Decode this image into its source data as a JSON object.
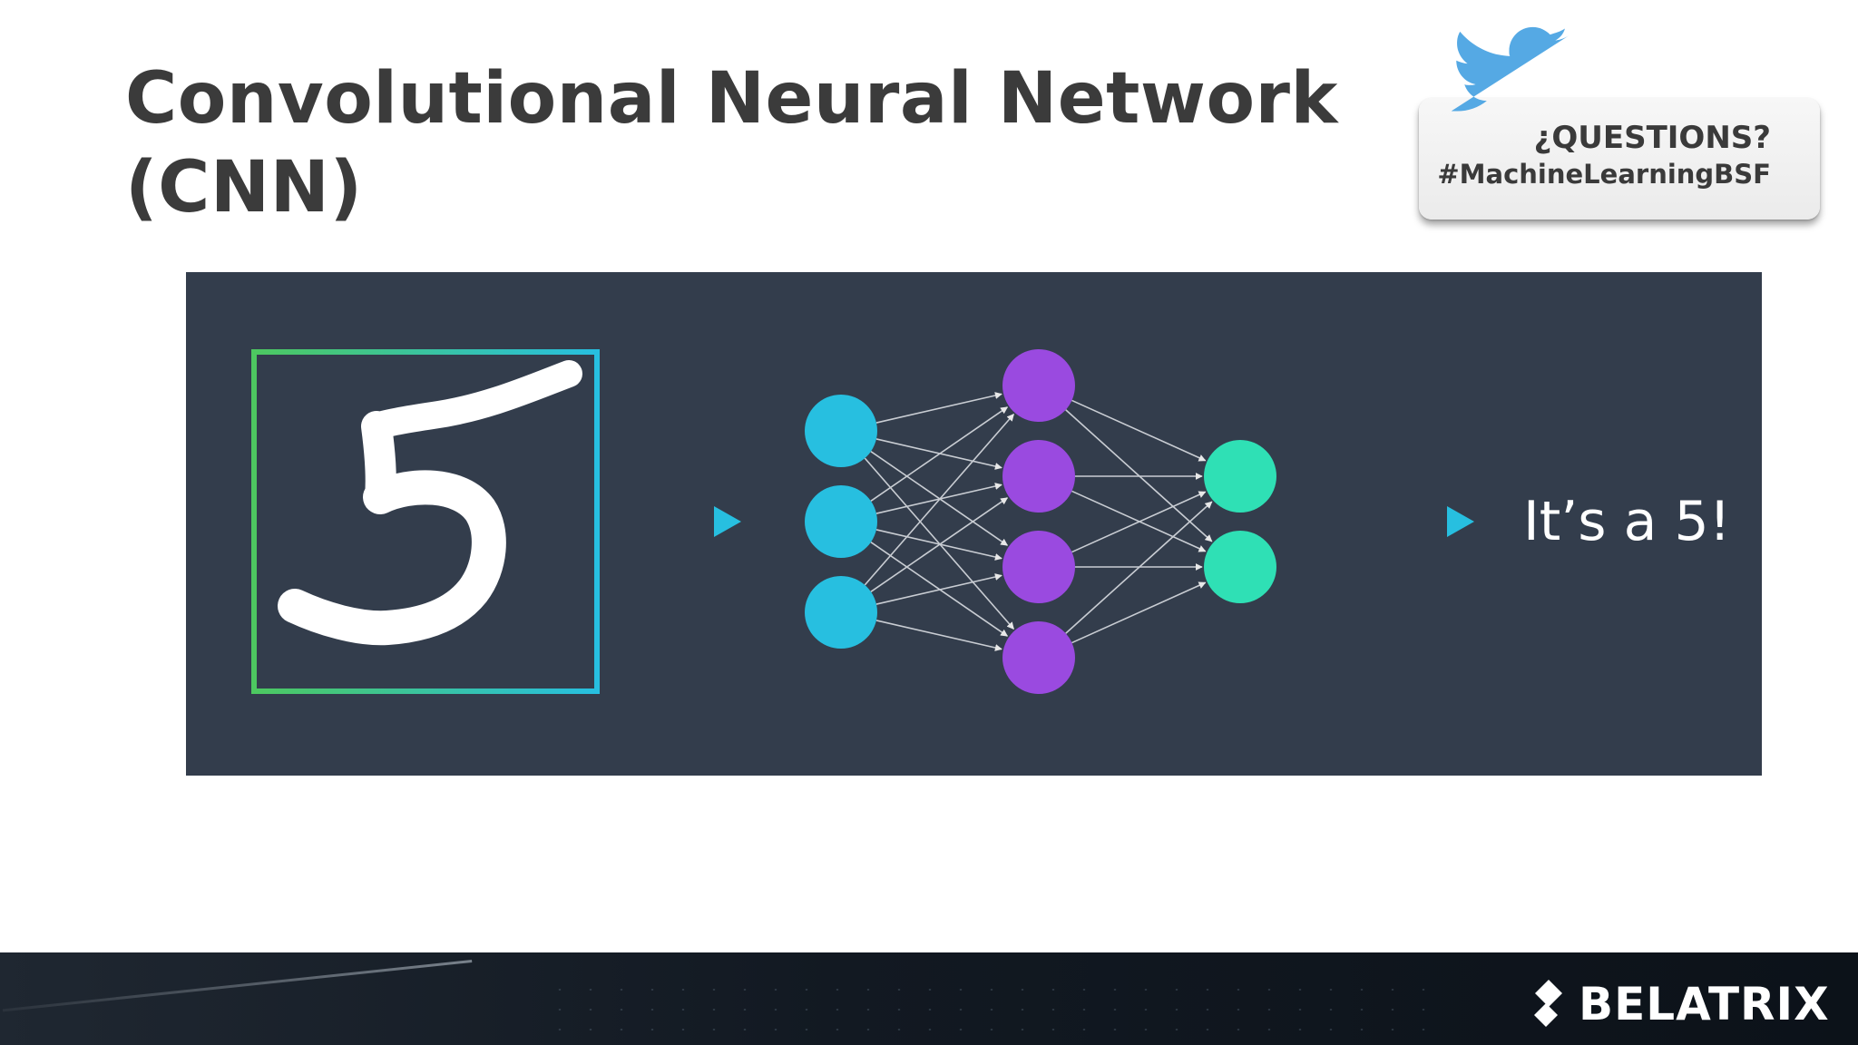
{
  "slide": {
    "title_line1": "Convolutional Neural Network",
    "title_line2": "(CNN)"
  },
  "questions_card": {
    "title": "¿QUESTIONS?",
    "hashtag": "#MachineLearningBSF",
    "icon": "twitter-bird-icon"
  },
  "diagram": {
    "input_digit": "5",
    "result_text": "It’s a 5!",
    "layers": [
      3,
      4,
      2
    ],
    "colors": {
      "background": "#333d4c",
      "input_layer": "#27bfe0",
      "hidden_layer": "#9a4ae0",
      "output_layer": "#2fe0b5",
      "frame_start": "#4dc860",
      "frame_end": "#27bfe0"
    }
  },
  "footer": {
    "logo_text": "BELATRIX",
    "logo_icon": "diamond-logo-icon"
  }
}
